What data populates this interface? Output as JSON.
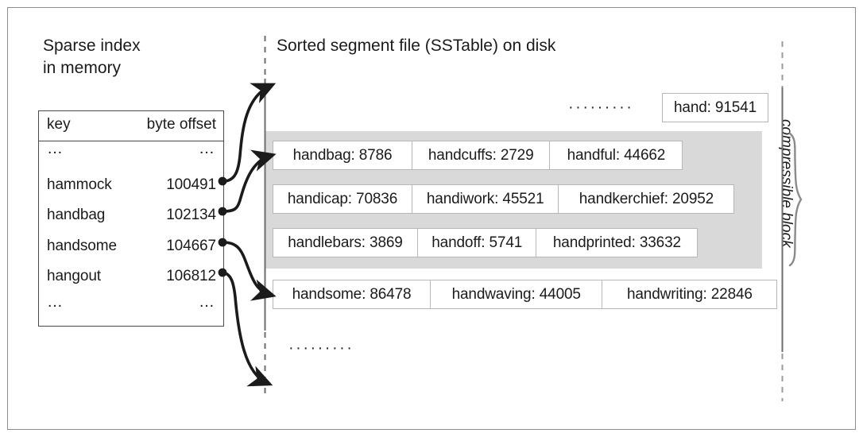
{
  "figure": {
    "title": "SSTable sparse index diagram",
    "background": "#ffffff",
    "frame_color": "#8d8d8d",
    "block_fill": "#d9d9d9",
    "cell_border": "#b7b7b7",
    "text_color": "#1b1b1b"
  },
  "sparse_index": {
    "caption_line1": "Sparse index",
    "caption_line2": "in memory",
    "header": {
      "key": "key",
      "offset": "byte offset"
    },
    "rows": [
      {
        "key": "…",
        "offset": "…"
      },
      {
        "key": "hammock",
        "offset": "100491"
      },
      {
        "key": "handbag",
        "offset": "102134"
      },
      {
        "key": "handsome",
        "offset": "104667"
      },
      {
        "key": "hangout",
        "offset": "106812"
      },
      {
        "key": "…",
        "offset": "…"
      }
    ]
  },
  "sstable": {
    "caption": "Sorted segment file (SSTable) on disk",
    "ellipsis_top": "·········",
    "ellipsis_bottom": "·········",
    "top_row": {
      "cells": [
        "hand: 91541"
      ]
    },
    "block_label": "compressible block",
    "block_rows": [
      {
        "cells": [
          "handbag: 8786",
          "handcuffs: 2729",
          "handful: 44662"
        ]
      },
      {
        "cells": [
          "handicap: 70836",
          "handiwork: 45521",
          "handkerchief: 20952"
        ]
      },
      {
        "cells": [
          "handlebars: 3869",
          "handoff: 5741",
          "handprinted: 33632"
        ]
      }
    ],
    "after_block_row": {
      "cells": [
        "handsome: 86478",
        "handwaving: 44005",
        "handwriting: 22846"
      ]
    }
  },
  "connectors": {
    "description": "Curved arrows from sparse-index byte offsets into the segment file",
    "arrows": [
      {
        "from_key": "hammock",
        "to": "top-of-segment-file"
      },
      {
        "from_key": "handbag",
        "to": "handbag-block-row"
      },
      {
        "from_key": "handsome",
        "to": "handsome-row"
      },
      {
        "from_key": "hangout",
        "to": "below-segment-file"
      }
    ]
  }
}
